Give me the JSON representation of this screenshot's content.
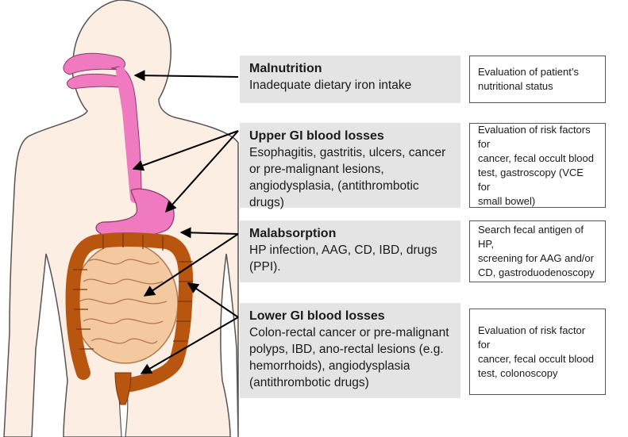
{
  "causes": [
    {
      "title": "Malnutrition",
      "detail": "Inadequate dietary iron intake"
    },
    {
      "title": "Upper GI blood losses",
      "detail": "Esophagitis, gastritis, ulcers, cancer\nor pre-malignant lesions,\nangiodysplasia, (antithrombotic drugs)"
    },
    {
      "title": "Malabsorption",
      "detail": "HP infection, AAG, CD,  IBD, drugs\n(PPI)."
    },
    {
      "title": "Lower GI blood losses",
      "detail": "Colon-rectal cancer or pre-malignant\npolyps, IBD, ano-rectal lesions (e.g.\nhemorrhoids), angiodysplasia\n(antithrombotic drugs)"
    }
  ],
  "evaluations": [
    "Evaluation of patient’s\nnutritional status",
    "Evaluation of risk factors for\ncancer, fecal occult blood\ntest, gastroscopy (VCE for\nsmall bowel)",
    "Search fecal antigen of HP,\nscreening for AAG and/or\nCD, gastroduodenoscopy",
    "Evaluation of risk factor for\ncancer, fecal occult blood\ntest, colonoscopy"
  ],
  "colors": {
    "skin": "#fdeee4",
    "outline": "#555555",
    "upper_gi": "#f07ac0",
    "colon": "#b8560f",
    "small_intestine": "#f5c9a0",
    "arrow": "#000000"
  }
}
